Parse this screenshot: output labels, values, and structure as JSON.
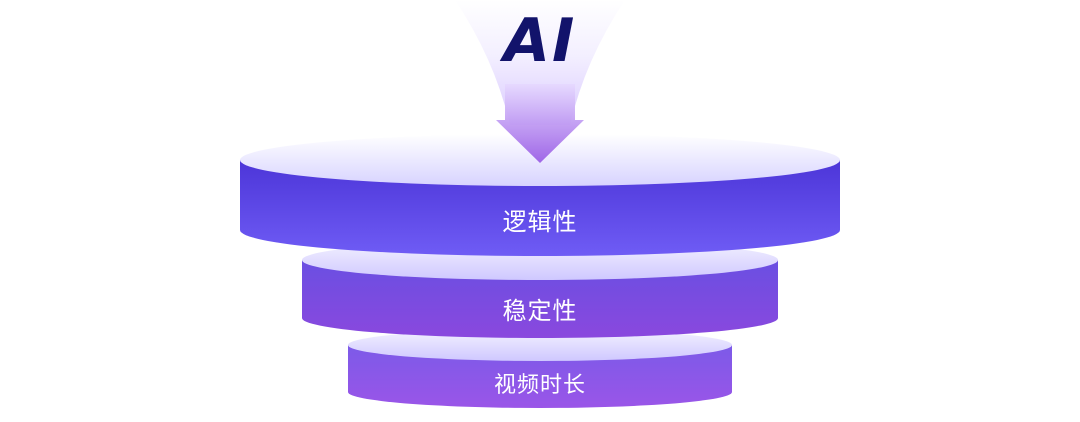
{
  "title": "AI",
  "tiers": [
    {
      "label": "逻辑性"
    },
    {
      "label": "稳定性"
    },
    {
      "label": "视频时长"
    }
  ],
  "colors": {
    "title": "#12136b",
    "top_disc_face": "#e9e8ff",
    "tier1_side": "#5a44e6",
    "tier2_side": "#7a4fe0",
    "tier3_side": "#8a5aea",
    "funnel": "#f1ecff",
    "arrow": "#9a63e8"
  }
}
